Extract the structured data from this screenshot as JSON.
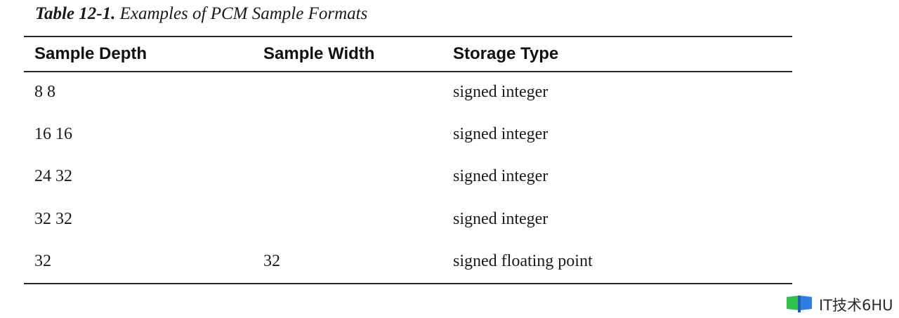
{
  "caption": {
    "label": "Table 12-1.",
    "title": "Examples of PCM Sample Formats"
  },
  "table": {
    "headers": [
      "Sample Depth",
      "Sample Width",
      "Storage Type"
    ],
    "rows": [
      [
        "8 8",
        "",
        "signed integer"
      ],
      [
        "16 16",
        "",
        "signed integer"
      ],
      [
        "24 32",
        "",
        "signed integer"
      ],
      [
        "32 32",
        "",
        "signed integer"
      ],
      [
        "32",
        "32",
        "signed floating point"
      ]
    ]
  },
  "watermark": {
    "text": "IT技术6HU",
    "icon": "open-book-logo-icon",
    "colors": {
      "green": "#2fbf4a",
      "blue": "#2f7fe0",
      "dark_blue": "#1f5fb8"
    }
  }
}
